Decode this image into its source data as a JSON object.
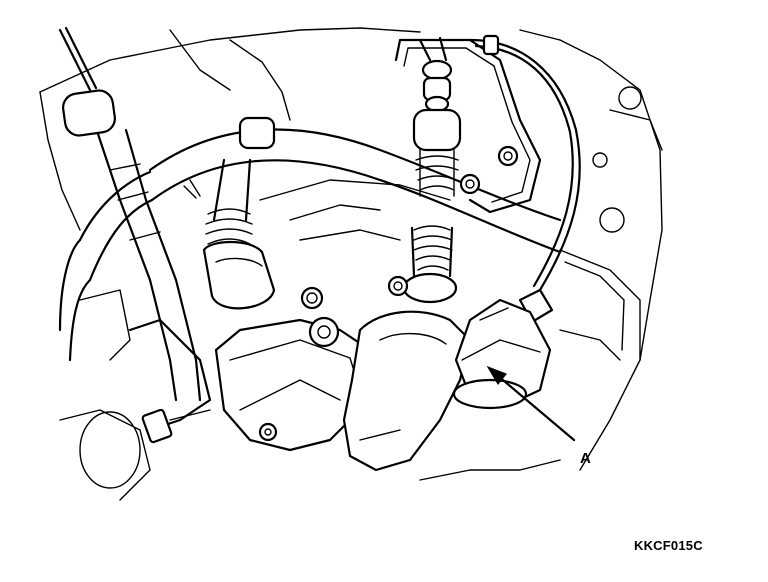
{
  "diagram": {
    "callouts": [
      {
        "id": "A",
        "label": "A"
      }
    ],
    "figure_code": "KKCF015C"
  },
  "colors": {
    "line": "#000000",
    "background": "#ffffff"
  }
}
